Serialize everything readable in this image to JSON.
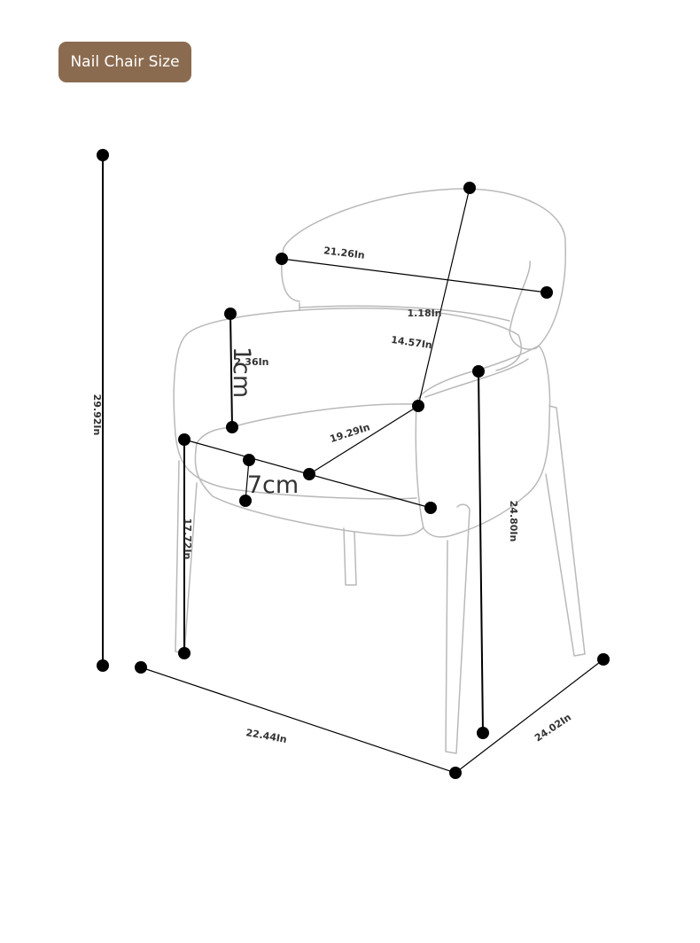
{
  "header": {
    "title": "Nail Chair Size"
  },
  "colors": {
    "badge": "#8b6b4f",
    "outline": "#b9b9b9",
    "dimension": "#000000",
    "label": "#333333"
  },
  "dimensions": {
    "total_height": "29.92In",
    "back_width": "21.26In",
    "back_thickness": "1.18In",
    "back_height": "14.57In",
    "armrest_height": "2.36In",
    "armrest_height_cm": "1cm",
    "seat_depth": "19.29In",
    "seat_thickness_cm": "7cm",
    "seat_height": "17.72In",
    "arm_to_floor": "24.80In",
    "width": "22.44In",
    "depth": "24.02In"
  }
}
